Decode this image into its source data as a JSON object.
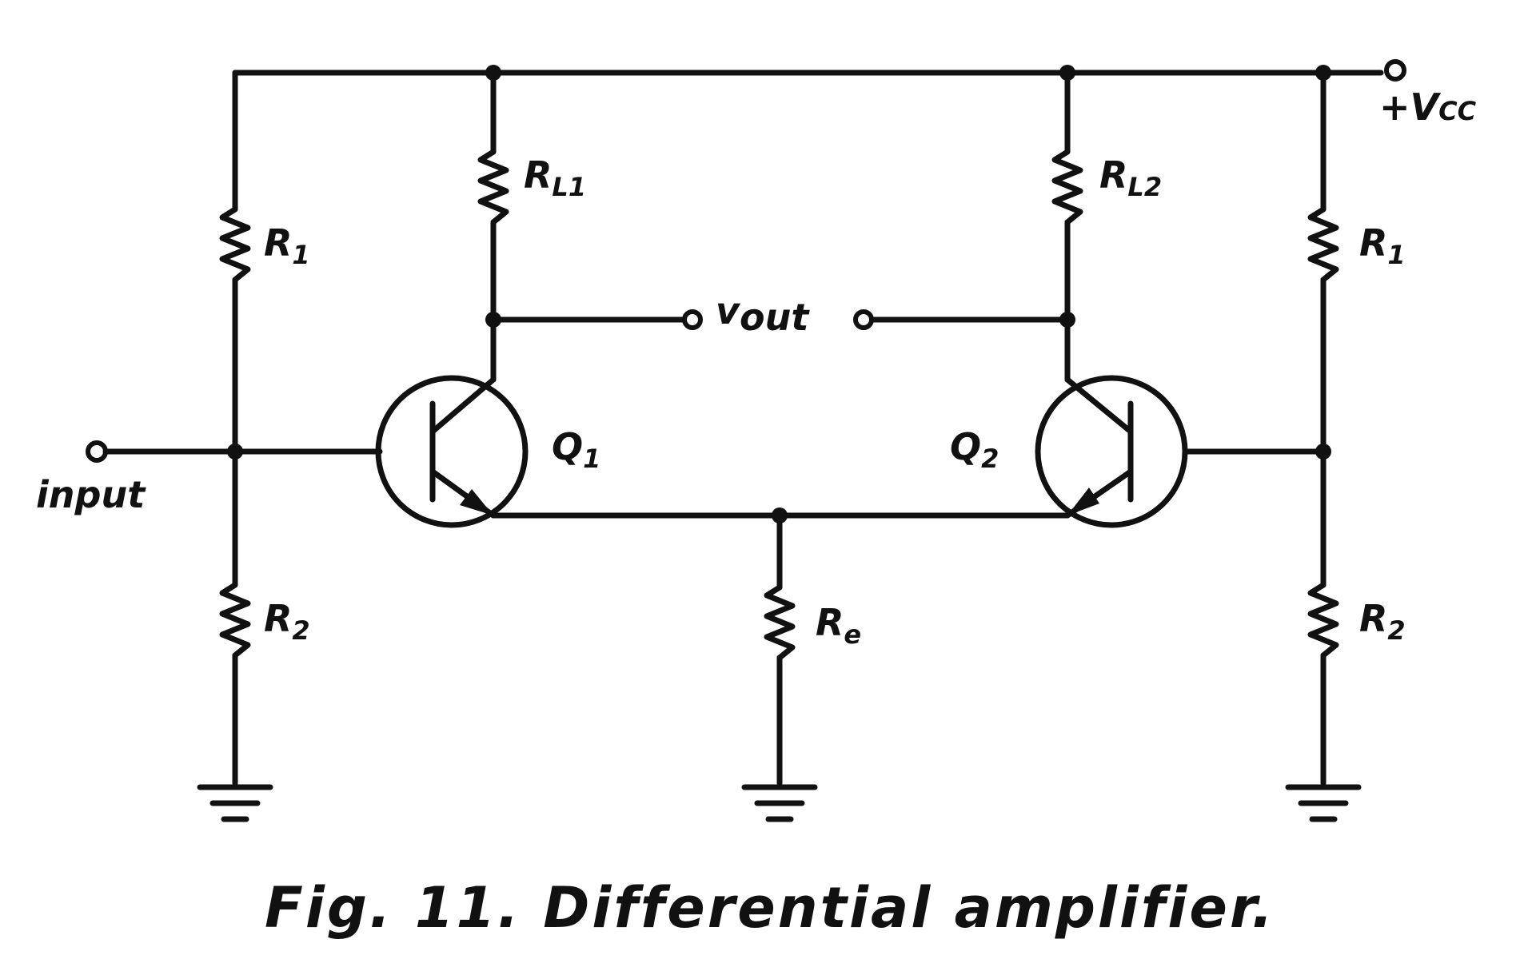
{
  "labels": {
    "vcc_sign": "+",
    "vcc": "V",
    "vcc_sub": "CC",
    "rl1": "R",
    "rl1_sub": "L1",
    "rl2": "R",
    "rl2_sub": "L2",
    "r1_left": "R",
    "r1_left_sub": "1",
    "r1_right": "R",
    "r1_right_sub": "1",
    "r2_left": "R",
    "r2_left_sub": "2",
    "r2_right": "R",
    "r2_right_sub": "2",
    "re": "R",
    "re_sub": "e",
    "q1": "Q",
    "q1_sub": "1",
    "q2": "Q",
    "q2_sub": "2",
    "vout": "v",
    "vout_sub": "out",
    "input": "input"
  },
  "caption": "Fig. 11. Differential amplifier.",
  "colors": {
    "ink": "#111111",
    "background": "#ffffff"
  }
}
